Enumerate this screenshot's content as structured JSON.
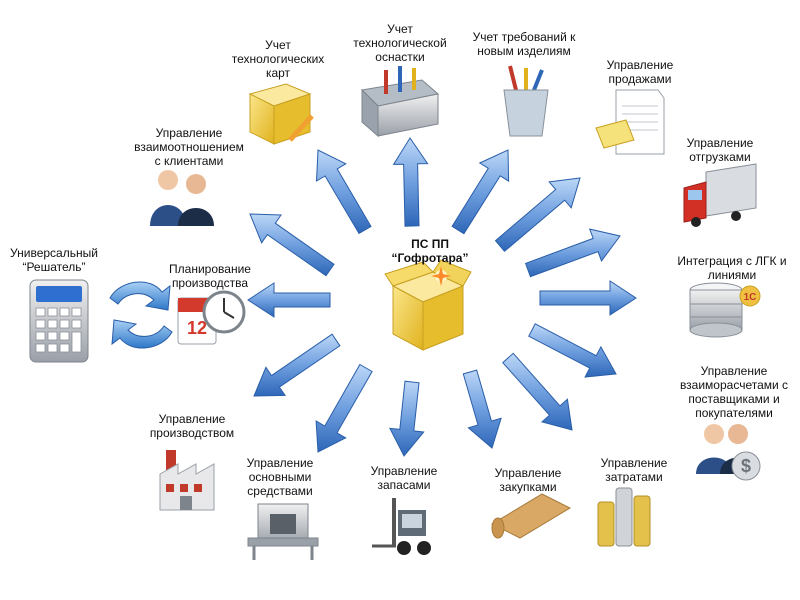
{
  "center": {
    "title": "ПС ПП\n“Гофротара”",
    "icon": "box-icon"
  },
  "colors": {
    "arrow_light": "#9ec3f0",
    "arrow_dark": "#2e67b8",
    "arrow_stroke": "#2a5ea8",
    "box": "#f2cc3b"
  },
  "modules": [
    {
      "id": "tech-cards",
      "label": "Учет\nтехнологических\nкарт",
      "icon": "box-pencil-icon"
    },
    {
      "id": "tech-equipment",
      "label": "Учет\nтехнологической\nоснастки",
      "icon": "toolbox-icon"
    },
    {
      "id": "new-products",
      "label": "Учет требований к\nновым изделиям",
      "icon": "pencil-cup-icon"
    },
    {
      "id": "sales",
      "label": "Управление\nпродажами",
      "icon": "sales-document-icon"
    },
    {
      "id": "shipments",
      "label": "Управление\nотгрузками",
      "icon": "truck-icon"
    },
    {
      "id": "integration",
      "label": "Интеграция с ЛГК и\nлиниями",
      "icon": "database-icon"
    },
    {
      "id": "settlements",
      "label": "Управление\nвзаиморасчетами с\nпоставщиками и\nпокупателями",
      "icon": "people-dollar-icon"
    },
    {
      "id": "costs",
      "label": "Управление\nзатратами",
      "icon": "coins-icon"
    },
    {
      "id": "purchases",
      "label": "Управление\nзакупками",
      "icon": "material-roll-icon"
    },
    {
      "id": "inventory",
      "label": "Управление\nзапасами",
      "icon": "forklift-icon"
    },
    {
      "id": "fixed-assets",
      "label": "Управление\nосновными\nсредствами",
      "icon": "conveyor-machine-icon"
    },
    {
      "id": "production",
      "label": "Управление\nпроизводством",
      "icon": "factory-icon"
    },
    {
      "id": "planning",
      "label": "Планирование\nпроизводства",
      "icon": "calendar-clock-icon"
    },
    {
      "id": "crm",
      "label": "Управление\nвзаимоотношением\nс клиентами",
      "icon": "people-icon"
    }
  ],
  "solver": {
    "label": "Универсальный\n“Решатель”",
    "icon": "calculator-icon",
    "cycle_icon": "cycle-arrows-icon"
  }
}
